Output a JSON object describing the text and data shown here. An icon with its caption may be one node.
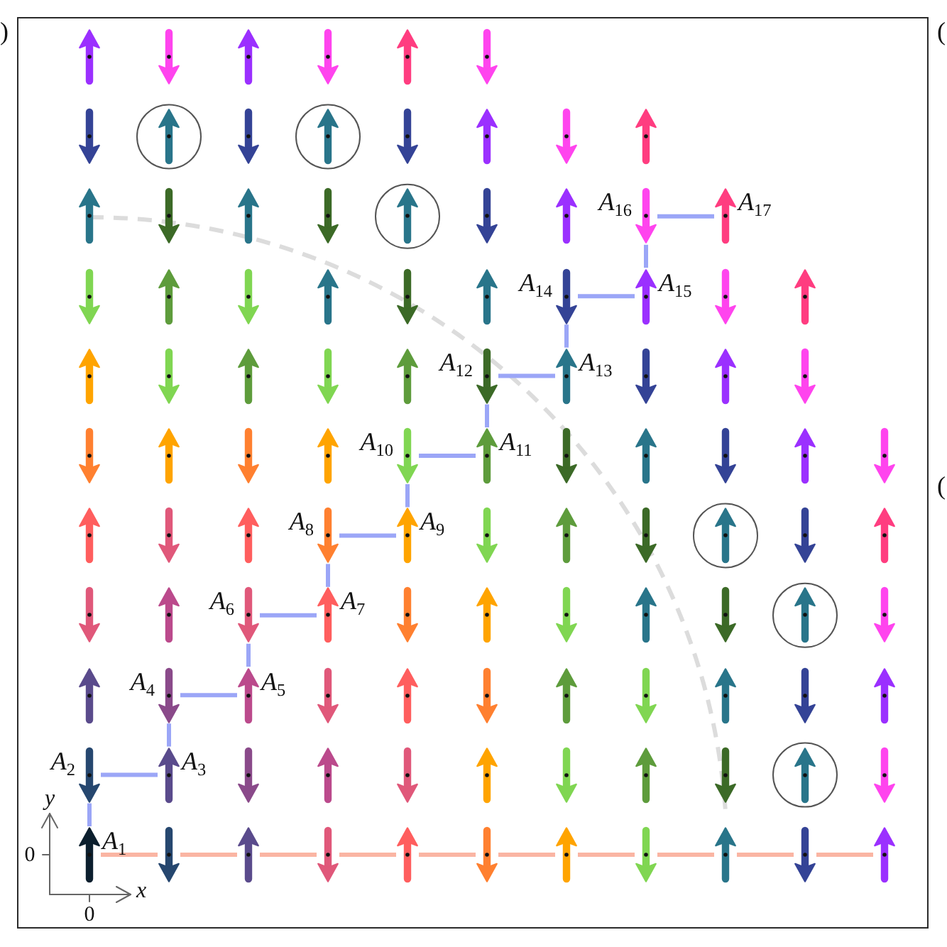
{
  "diagram": {
    "nodes": [
      {
        "text": [],
        "shape": "arrow"
      },
      {
        "text": [],
        "shape": "arrow"
      },
      {
        "text": [],
        "shape": "arrow"
      },
      {
        "text": [],
        "shape": "arrow"
      },
      {
        "text": [],
        "shape": "arrow"
      },
      {
        "text": [],
        "shape": "arrow"
      },
      {
        "text": [],
        "shape": "arrow"
      },
      {
        "text": [],
        "shape": "arrow"
      },
      {
        "text": [],
        "shape": "arrow"
      },
      {
        "text": [],
        "shape": "arrow"
      },
      {
        "text": [],
        "shape": "arrow"
      },
      {
        "text": [],
        "shape": "arrow"
      },
      {
        "text": [],
        "shape": "arrow"
      },
      {
        "text": [],
        "shape": "arrow"
      },
      {
        "text": [],
        "shape": "arrow"
      },
      {
        "text": [],
        "shape": "arrow"
      },
      {
        "text": [],
        "shape": "arrow"
      },
      {
        "text": [],
        "shape": "arrow"
      },
      {
        "text": [],
        "shape": "arrow"
      },
      {
        "text": [],
        "shape": "arrow"
      },
      {
        "text": [],
        "shape": "arrow"
      },
      {
        "text": [],
        "shape": "arrow",
        "beside": [
          "A$_{16}$"
        ]
      },
      {
        "text": [],
        "shape": "arrow",
        "beside": [
          "A$_{17}$"
        ]
      },
      {
        "text": [],
        "shape": "arrow"
      },
      {
        "text": [],
        "shape": "arrow"
      },
      {
        "text": [],
        "shape": "arrow"
      },
      {
        "text": [],
        "shape": "arrow"
      },
      {
        "text": [],
        "shape": "arrow"
      },
      {
        "text": [],
        "shape": "arrow"
      },
      {
        "text": [],
        "shape": "arrow",
        "beside": [
          "A$_{14}$"
        ]
      },
      {
        "text": [],
        "shape": "arrow",
        "beside": [
          "A$_{15}$"
        ]
      },
      {
        "text": [],
        "shape": "arrow"
      },
      {
        "text": [],
        "shape": "arrow"
      },
      {
        "text": [],
        "shape": "arrow"
      },
      {
        "text": [],
        "shape": "arrow"
      },
      {
        "text": [],
        "shape": "arrow"
      },
      {
        "text": [],
        "shape": "arrow"
      },
      {
        "text": [],
        "shape": "arrow"
      },
      {
        "text": [],
        "shape": "arrow",
        "beside": [
          "A$_{12}$"
        ]
      },
      {
        "text": [],
        "shape": "arrow",
        "beside": [
          "A$_{13}$"
        ]
      },
      {
        "text": [],
        "shape": "arrow"
      },
      {
        "text": [],
        "shape": "arrow"
      },
      {
        "text": [],
        "shape": "arrow"
      },
      {
        "text": [],
        "shape": "arrow"
      },
      {
        "text": [],
        "shape": "arrow"
      },
      {
        "text": [],
        "shape": "arrow"
      },
      {
        "text": [],
        "shape": "arrow"
      },
      {
        "text": [],
        "shape": "arrow",
        "beside": [
          "A$_{10}$"
        ]
      },
      {
        "text": [],
        "shape": "arrow",
        "beside": [
          "A$_{11}$"
        ]
      },
      {
        "text": [],
        "shape": "arrow"
      },
      {
        "text": [],
        "shape": "arrow"
      },
      {
        "text": [],
        "shape": "arrow"
      },
      {
        "text": [],
        "shape": "arrow"
      },
      {
        "text": [],
        "shape": "arrow"
      },
      {
        "text": [],
        "shape": "arrow"
      },
      {
        "text": [],
        "shape": "arrow"
      },
      {
        "text": [],
        "shape": "arrow"
      },
      {
        "text": [],
        "shape": "arrow",
        "beside": [
          "A$_{8}$"
        ]
      },
      {
        "text": [],
        "shape": "arrow",
        "beside": [
          "A$_{9}$"
        ]
      },
      {
        "text": [],
        "shape": "arrow"
      },
      {
        "text": [],
        "shape": "arrow"
      },
      {
        "text": [],
        "shape": "arrow"
      },
      {
        "text": [],
        "shape": "arrow"
      },
      {
        "text": [],
        "shape": "arrow"
      },
      {
        "text": [],
        "shape": "arrow"
      },
      {
        "text": [],
        "shape": "arrow"
      },
      {
        "text": [],
        "shape": "arrow"
      },
      {
        "text": [],
        "shape": "arrow",
        "beside": [
          "A$_{6}$"
        ]
      },
      {
        "text": [],
        "shape": "arrow",
        "beside": [
          "A$_{7}$"
        ]
      },
      {
        "text": [],
        "shape": "arrow"
      },
      {
        "text": [],
        "shape": "arrow"
      },
      {
        "text": [],
        "shape": "arrow"
      },
      {
        "text": [],
        "shape": "arrow"
      },
      {
        "text": [],
        "shape": "arrow"
      },
      {
        "text": [],
        "shape": "arrow"
      },
      {
        "text": [],
        "shape": "arrow"
      },
      {
        "text": [],
        "shape": "arrow"
      },
      {
        "text": [],
        "shape": "arrow",
        "beside": [
          "A$_{4}$"
        ]
      },
      {
        "text": [],
        "shape": "arrow",
        "beside": [
          "A$_{5}$"
        ]
      },
      {
        "text": [],
        "shape": "arrow"
      },
      {
        "text": [],
        "shape": "arrow"
      },
      {
        "text": [],
        "shape": "arrow"
      },
      {
        "text": [],
        "shape": "arrow"
      },
      {
        "text": [],
        "shape": "arrow"
      },
      {
        "text": [],
        "shape": "arrow"
      },
      {
        "text": [],
        "shape": "arrow"
      },
      {
        "text": [],
        "shape": "arrow"
      },
      {
        "text": [],
        "shape": "arrow",
        "beside": [
          "A$_{2}$"
        ]
      },
      {
        "text": [],
        "shape": "arrow",
        "beside": [
          "A$_{3}$"
        ]
      },
      {
        "text": [],
        "shape": "arrow"
      },
      {
        "text": [],
        "shape": "arrow"
      },
      {
        "text": [],
        "shape": "arrow"
      },
      {
        "text": [],
        "shape": "arrow"
      },
      {
        "text": [],
        "shape": "arrow"
      },
      {
        "text": [],
        "shape": "arrow"
      },
      {
        "text": [],
        "shape": "arrow"
      },
      {
        "text": [],
        "shape": "arrow"
      },
      {
        "text": [],
        "shape": "arrow"
      },
      {
        "text": [],
        "shape": "arrow",
        "beside": [
          "A$_{1}$"
        ]
      },
      {
        "text": [],
        "shape": "arrow"
      },
      {
        "text": [],
        "shape": "arrow"
      },
      {
        "text": [],
        "shape": "arrow"
      },
      {
        "text": [],
        "shape": "arrow"
      },
      {
        "text": [],
        "shape": "arrow"
      },
      {
        "text": [],
        "shape": "arrow"
      },
      {
        "text": [],
        "shape": "arrow"
      },
      {
        "text": [],
        "shape": "arrow"
      },
      {
        "text": [],
        "shape": "arrow"
      },
      {
        "text": [],
        "shape": "arrow"
      }
    ],
    "edges": [
      {
        "from": 98,
        "to": 87,
        "arrow": "none"
      },
      {
        "from": 87,
        "to": 88,
        "arrow": "none"
      },
      {
        "from": 88,
        "to": 77,
        "arrow": "none"
      },
      {
        "from": 77,
        "to": 78,
        "arrow": "none"
      },
      {
        "from": 78,
        "to": 67,
        "arrow": "none"
      },
      {
        "from": 67,
        "to": 68,
        "arrow": "none"
      },
      {
        "from": 68,
        "to": 57,
        "arrow": "none"
      },
      {
        "from": 57,
        "to": 58,
        "arrow": "none"
      },
      {
        "from": 58,
        "to": 47,
        "arrow": "none"
      },
      {
        "from": 47,
        "to": 48,
        "arrow": "none"
      },
      {
        "from": 48,
        "to": 38,
        "arrow": "none"
      },
      {
        "from": 38,
        "to": 39,
        "arrow": "none"
      },
      {
        "from": 39,
        "to": 29,
        "arrow": "none"
      },
      {
        "from": 29,
        "to": 30,
        "arrow": "none"
      },
      {
        "from": 30,
        "to": 21,
        "arrow": "none"
      },
      {
        "from": 21,
        "to": 22,
        "arrow": "none"
      },
      {
        "from": 98,
        "to": 99,
        "arrow": "none",
        "color": "#fab5a3"
      },
      {
        "from": 99,
        "to": 100,
        "arrow": "none",
        "color": "#fab5a3"
      },
      {
        "from": 100,
        "to": 101,
        "arrow": "none",
        "color": "#fab5a3"
      },
      {
        "from": 101,
        "to": 102,
        "arrow": "none",
        "color": "#fab5a3"
      },
      {
        "from": 102,
        "to": 103,
        "arrow": "none",
        "color": "#fab5a3"
      },
      {
        "from": 103,
        "to": 104,
        "arrow": "none",
        "color": "#fab5a3"
      },
      {
        "from": 104,
        "to": 105,
        "arrow": "none",
        "color": "#fab5a3"
      },
      {
        "from": 105,
        "to": 106,
        "arrow": "none",
        "color": "#fab5a3"
      },
      {
        "from": 106,
        "to": 107,
        "arrow": "none",
        "color": "#fab5a3"
      },
      {
        "from": 107,
        "to": 108,
        "arrow": "none",
        "color": "#fab5a3"
      }
    ],
    "labels": [
      ")",
      "(",
      "(",
      "y",
      "0",
      "x",
      "0"
    ]
  }
}
